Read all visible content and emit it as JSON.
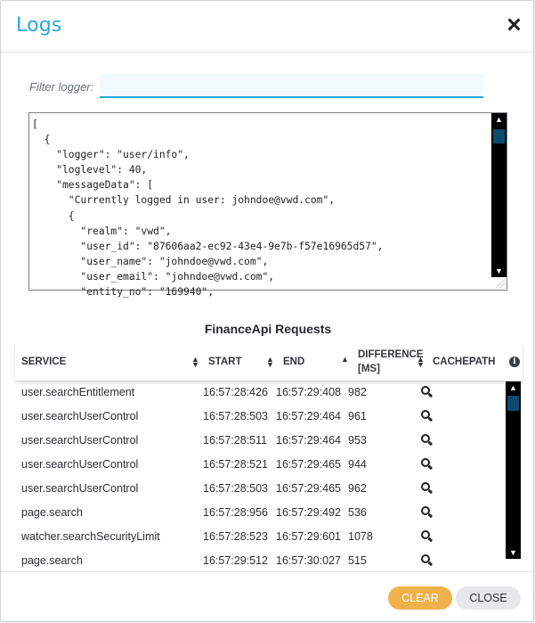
{
  "dialog": {
    "title": "Logs",
    "close_icon": "close-icon"
  },
  "filter": {
    "label": "Filter logger:",
    "value": "",
    "placeholder": ""
  },
  "log_text": "[\n  {\n    \"logger\": \"user/info\",\n    \"loglevel\": 40,\n    \"messageData\": [\n      \"Currently logged in user: johndoe@vwd.com\",\n      {\n        \"realm\": \"vwd\",\n        \"user_id\": \"87606aa2-ec92-43e4-9e7b-f57e16965d57\",\n        \"user_name\": \"johndoe@vwd.com\",\n        \"user_email\": \"johndoe@vwd.com\",\n        \"entity_no\": \"169940\",",
  "section": {
    "title": "FinanceApi Requests"
  },
  "table": {
    "columns": [
      {
        "key": "service",
        "label": "SERVICE"
      },
      {
        "key": "start",
        "label": "START"
      },
      {
        "key": "end",
        "label": "END"
      },
      {
        "key": "difference",
        "label": "DIFFERENCE [MS]"
      },
      {
        "key": "cachepath",
        "label": "CACHEPATH"
      }
    ],
    "rows": [
      {
        "service": "user.searchEntitlement",
        "start": "16:57:28:426",
        "end": "16:57:29:408",
        "difference": "982"
      },
      {
        "service": "user.searchUserControl",
        "start": "16:57:28:503",
        "end": "16:57:29:464",
        "difference": "961"
      },
      {
        "service": "user.searchUserControl",
        "start": "16:57:28:511",
        "end": "16:57:29:464",
        "difference": "953"
      },
      {
        "service": "user.searchUserControl",
        "start": "16:57:28:521",
        "end": "16:57:29:465",
        "difference": "944"
      },
      {
        "service": "user.searchUserControl",
        "start": "16:57:28:503",
        "end": "16:57:29:465",
        "difference": "962"
      },
      {
        "service": "page.search",
        "start": "16:57:28:956",
        "end": "16:57:29:492",
        "difference": "536"
      },
      {
        "service": "watcher.searchSecurityLimit",
        "start": "16:57:28:523",
        "end": "16:57:29:601",
        "difference": "1078"
      },
      {
        "service": "page.search",
        "start": "16:57:29:512",
        "end": "16:57:30:027",
        "difference": "515"
      }
    ]
  },
  "buttons": {
    "clear": "CLEAR",
    "close": "CLOSE"
  },
  "colors": {
    "accent": "#27a9df",
    "clear_button": "#f0b04a",
    "close_button": "#e6e7e9",
    "scrollbar": "#000000",
    "scroll_thumb": "#0d4a70"
  },
  "icons": {
    "sort": "sort-icon",
    "sort_asc": "sort-ascending-icon",
    "info": "info-icon",
    "cachepath": "search-icon"
  }
}
